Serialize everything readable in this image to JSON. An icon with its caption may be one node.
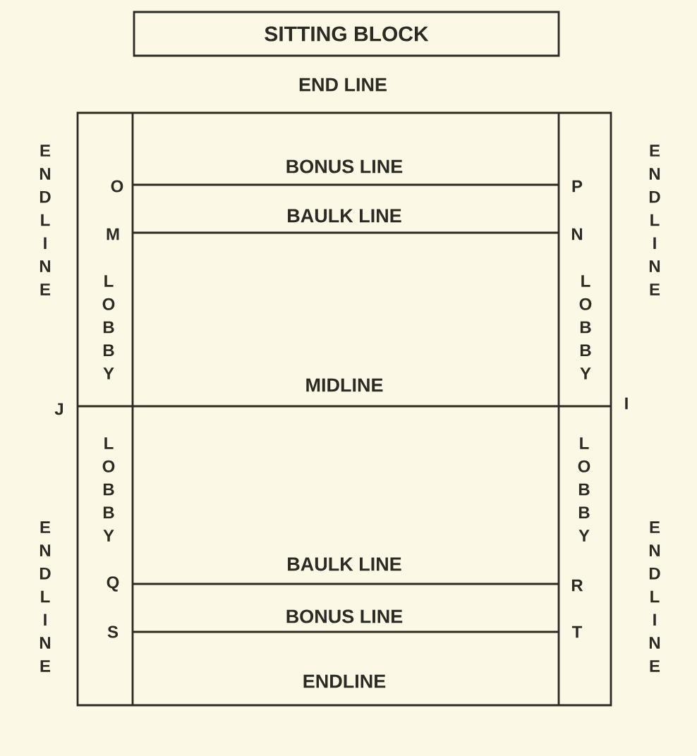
{
  "diagram": {
    "nodes": [
      {
        "text": [
          "SITTING BLOCK"
        ]
      }
    ],
    "labels": [
      "END LINE",
      "ENDLINE",
      "ENDLINE",
      "O",
      "BONUS LINE",
      "P",
      "M",
      "BAULK LINE",
      "N",
      "LOBBY",
      "LOBBY",
      "MIDLINE",
      "J",
      "I",
      "LOBBY",
      "LOBBY",
      "ENDLINE",
      "ENDLINE",
      "BAULK LINE",
      "Q",
      "R",
      "BONUS LINE",
      "S",
      "T",
      "ENDLINE"
    ]
  }
}
